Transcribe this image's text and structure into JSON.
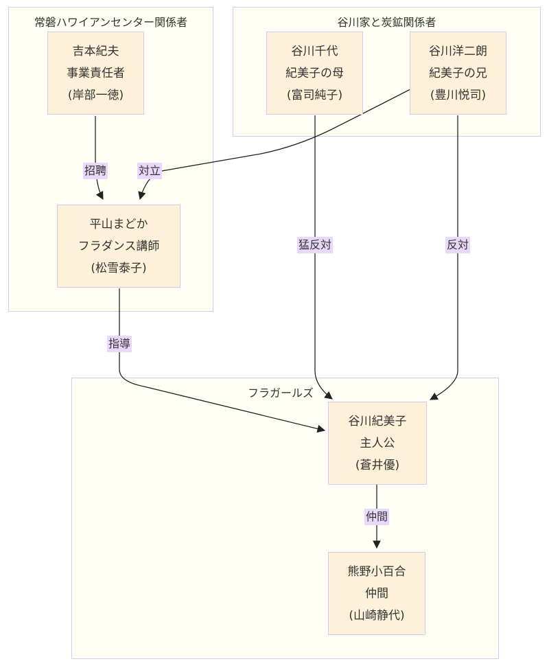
{
  "clusters": {
    "joban": "常磐ハワイアンセンター関係者",
    "tanigawa": "谷川家と炭鉱関係者",
    "hula": "フラガールズ"
  },
  "nodes": {
    "yoshimoto": {
      "name": "吉本紀夫",
      "role": "事業責任者",
      "actor": "(岸部一徳)"
    },
    "hirayama": {
      "name": "平山まどか",
      "role": "フラダンス講師",
      "actor": "(松雪泰子)"
    },
    "chiyo": {
      "name": "谷川千代",
      "role": "紀美子の母",
      "actor": "(富司純子)"
    },
    "yojiro": {
      "name": "谷川洋二朗",
      "role": "紀美子の兄",
      "actor": "(豊川悦司)"
    },
    "kimiko": {
      "name": "谷川紀美子",
      "role": "主人公",
      "actor": "(蒼井優)"
    },
    "sayuri": {
      "name": "熊野小百合",
      "role": "仲間",
      "actor": "(山崎静代)"
    }
  },
  "edges": {
    "hire": "招聘",
    "conflict": "対立",
    "strong_oppose": "猛反対",
    "oppose": "反対",
    "guide": "指導",
    "friend": "仲間"
  }
}
